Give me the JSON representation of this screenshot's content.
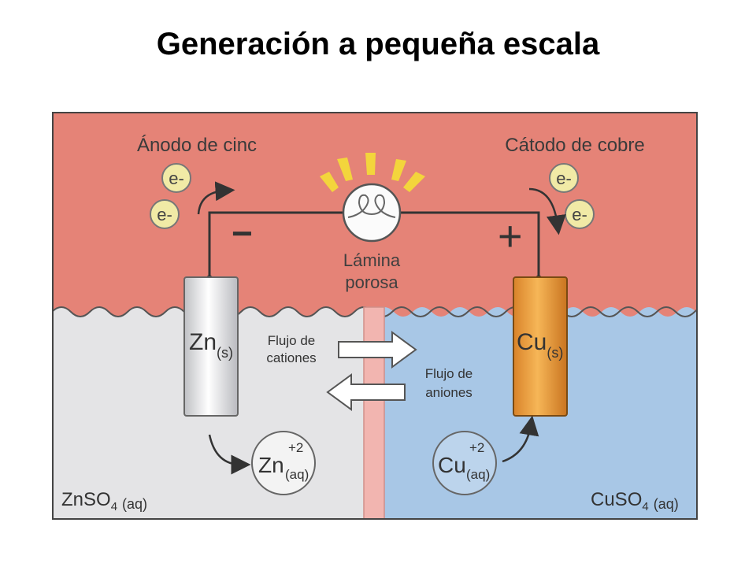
{
  "slide": {
    "title": "Generación a pequeña escala"
  },
  "diagram": {
    "anode_label": "Ánodo de cinc",
    "cathode_label": "Cátodo de cobre",
    "electron": "e-",
    "minus_sign": "−",
    "plus_sign": "+",
    "membrane_label_line1": "Lámina",
    "membrane_label_line2": "porosa",
    "zn_electrode_main": "Zn",
    "zn_electrode_sub": "(s)",
    "cu_electrode_main": "Cu",
    "cu_electrode_sub": "(s)",
    "cation_flow_line1": "Flujo de",
    "cation_flow_line2": "cationes",
    "anion_flow_line1": "Flujo de",
    "anion_flow_line2": "aniones",
    "zn_ion_main": "Zn",
    "zn_ion_sup": "+2",
    "zn_ion_sub": "(aq)",
    "cu_ion_main": "Cu",
    "cu_ion_sup": "+2",
    "cu_ion_sub": "(aq)",
    "left_solution_main": "ZnSO",
    "left_solution_sub": "4",
    "left_solution_state": "(aq)",
    "right_solution_main": "CuSO",
    "right_solution_sub": "4",
    "right_solution_state": "(aq)",
    "colors": {
      "air": "#e58377",
      "left_solution": "#e4e4e6",
      "right_solution": "#a8c7e6",
      "membrane": "#f2b5b0",
      "zinc": "#d8d8dc",
      "copper": "#f0a03a",
      "electron": "#f1eaa6",
      "light_rays": "#f3d53c"
    }
  }
}
